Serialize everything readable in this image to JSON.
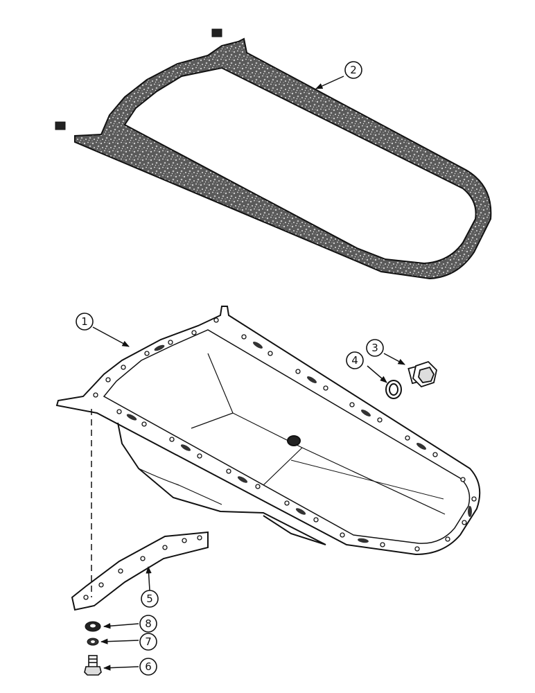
{
  "diagram": {
    "colors": {
      "ink": "#111111",
      "gasket_fill": "#6e6e6e",
      "paper": "#ffffff"
    },
    "callouts": [
      {
        "id": "1",
        "label": "1",
        "part": "oil-pan"
      },
      {
        "id": "2",
        "label": "2",
        "part": "oil-pan-gasket"
      },
      {
        "id": "3",
        "label": "3",
        "part": "drain-plug"
      },
      {
        "id": "4",
        "label": "4",
        "part": "drain-plug-washer"
      },
      {
        "id": "5",
        "label": "5",
        "part": "support-strap"
      },
      {
        "id": "6",
        "label": "6",
        "part": "bolt"
      },
      {
        "id": "7",
        "label": "7",
        "part": "lock-washer"
      },
      {
        "id": "8",
        "label": "8",
        "part": "flat-washer"
      }
    ]
  }
}
